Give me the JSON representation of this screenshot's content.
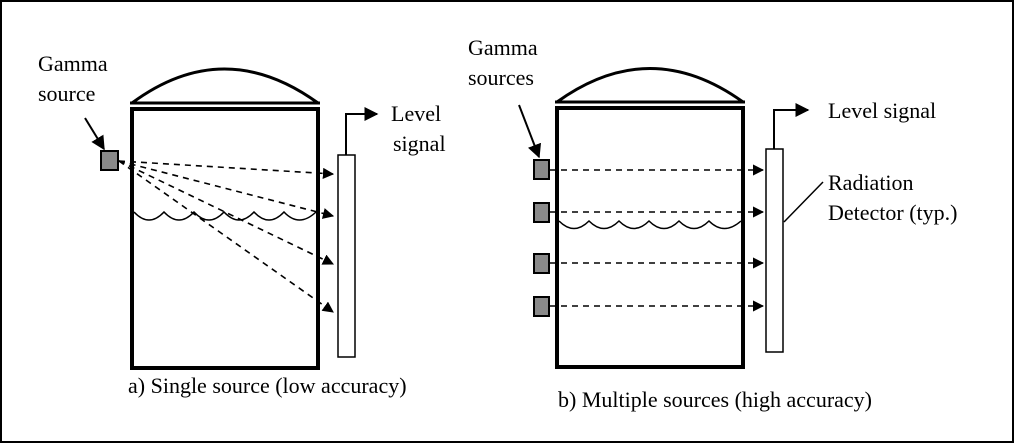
{
  "panel_a": {
    "source_label_line1": "Gamma",
    "source_label_line2": "source",
    "signal_label_line1": "Level",
    "signal_label_line2": "signal",
    "caption": "a) Single source (low accuracy)"
  },
  "panel_b": {
    "source_label_line1": "Gamma",
    "source_label_line2": "sources",
    "signal_label": "Level signal",
    "detector_label_line1": "Radiation",
    "detector_label_line2": "Detector (typ.)",
    "caption": "b) Multiple sources (high accuracy)"
  },
  "colors": {
    "source_fill": "#8a8a8a",
    "line": "#000000"
  }
}
